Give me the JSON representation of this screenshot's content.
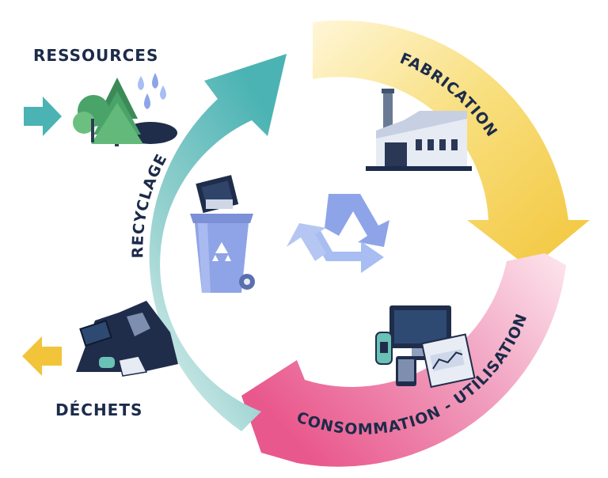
{
  "labels": {
    "ressources": "RESSOURCES",
    "fabrication": "FABRICATION",
    "consommation": "CONSOMMATION - UTILISATION",
    "recyclage": "RECYCLAGE",
    "dechets": "DÉCHETS"
  },
  "colors": {
    "recycle_arrow": "#4bb3b3",
    "fabrication_arrow": "#f5cd45",
    "consumption_arrow": "#e9588c",
    "input_arrow": "#4bb3b3",
    "output_arrow": "#f2c43a",
    "label_text": "#1c2b4a",
    "recycle_symbol": "#8ea4e8"
  },
  "icons": [
    "trees-icon",
    "water-drops-icon",
    "factory-icon",
    "devices-icon",
    "recycling-bin-icon",
    "recycle-symbol-icon",
    "waste-pile-icon"
  ]
}
